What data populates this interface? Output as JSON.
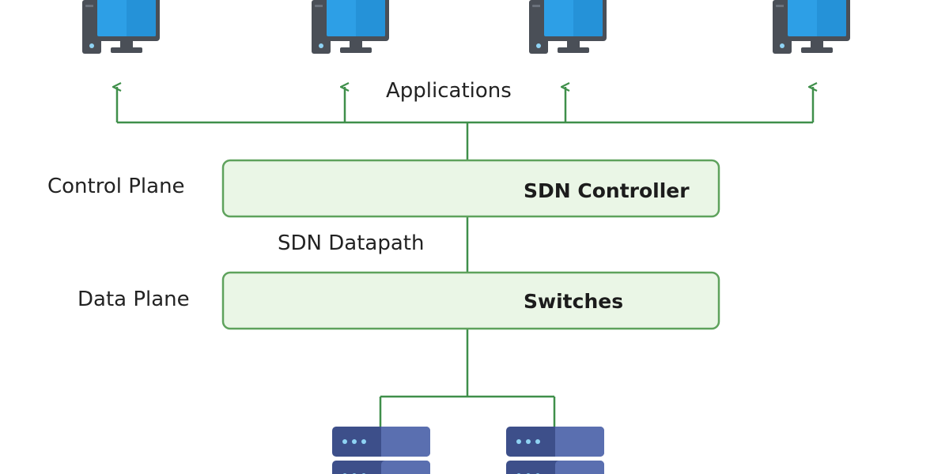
{
  "labels": {
    "applications": "Applications",
    "control_plane": "Control Plane",
    "data_plane": "Data Plane",
    "datapath": "SDN Datapath"
  },
  "boxes": {
    "controller": "SDN Controller",
    "switches": "Switches"
  },
  "icons": {
    "computer": "desktop-computer-icon",
    "server": "server-rack-icon"
  },
  "colors": {
    "line": "#3f8f4a",
    "box_fill": "#eaf6e6",
    "box_stroke": "#5ea25c",
    "screen": "#2d9fe6",
    "screen_shade": "#1f86cc",
    "tower": "#4a4f57",
    "server_dark": "#3d4f8a",
    "server_light": "#5a6fb0",
    "server_led": "#8fd3f4"
  }
}
